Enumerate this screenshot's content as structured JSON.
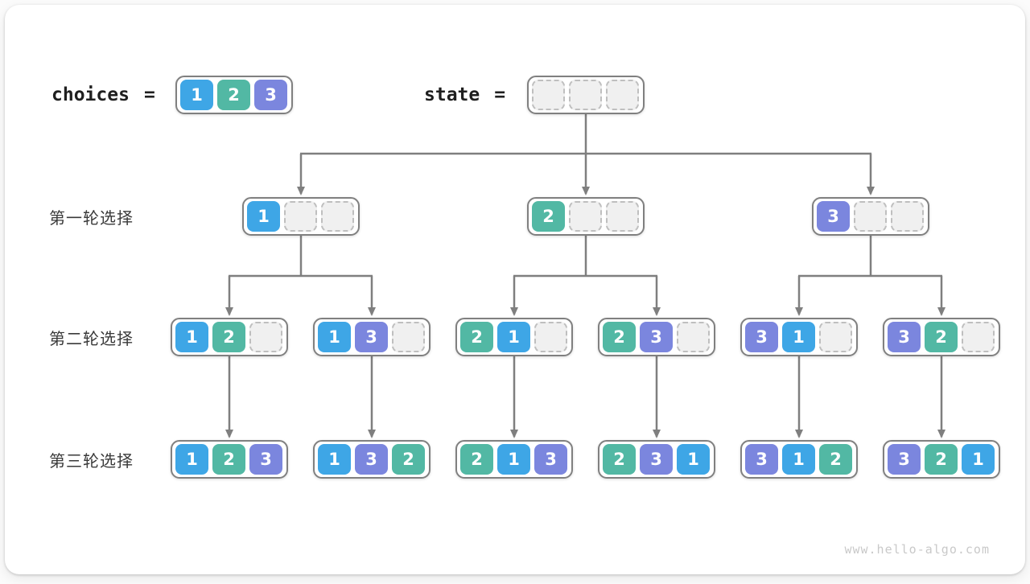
{
  "colors": {
    "value1": "#3EA6E6",
    "value2": "#52B8A4",
    "value3": "#7B86DE",
    "empty_fill": "#F0F0F0",
    "empty_border": "#BFBFBF",
    "arrow": "#7F7F7F",
    "box_border": "#808080",
    "label_text": "#3A3A3A",
    "code_text": "#1F1F1F",
    "watermark": "#C9C9C9"
  },
  "header": {
    "choices_label": "choices",
    "equals": "=",
    "choices": [
      "1",
      "2",
      "3"
    ],
    "state_label": "state"
  },
  "rows": [
    {
      "label": "第一轮选择",
      "nodes": [
        [
          "1"
        ],
        [
          "2"
        ],
        [
          "3"
        ]
      ]
    },
    {
      "label": "第二轮选择",
      "nodes": [
        [
          "1",
          "2"
        ],
        [
          "1",
          "3"
        ],
        [
          "2",
          "1"
        ],
        [
          "2",
          "3"
        ],
        [
          "3",
          "1"
        ],
        [
          "3",
          "2"
        ]
      ]
    },
    {
      "label": "第三轮选择",
      "nodes": [
        [
          "1",
          "2",
          "3"
        ],
        [
          "1",
          "3",
          "2"
        ],
        [
          "2",
          "1",
          "3"
        ],
        [
          "2",
          "3",
          "1"
        ],
        [
          "3",
          "1",
          "2"
        ],
        [
          "3",
          "2",
          "1"
        ]
      ]
    }
  ],
  "watermark": "www.hello-algo.com"
}
